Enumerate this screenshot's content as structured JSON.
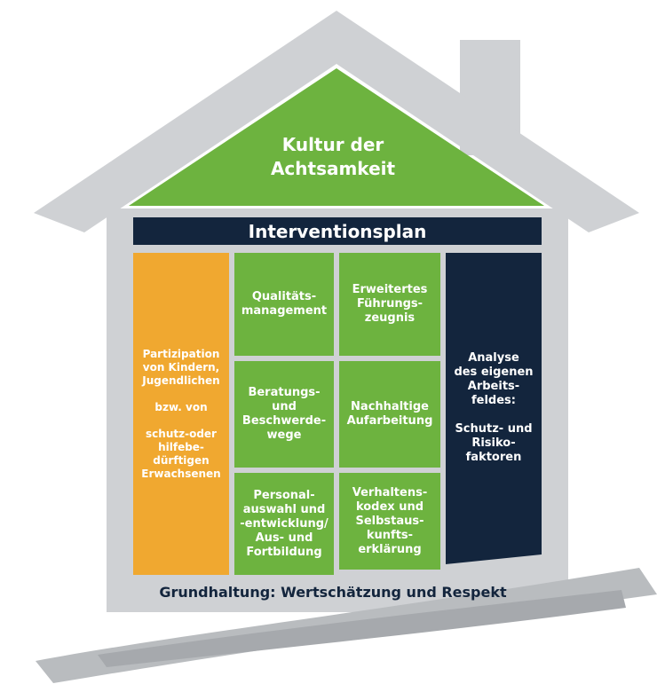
{
  "roof": {
    "title": "Kultur der\nAchtsamkeit"
  },
  "beam": {
    "title": "Interventionsplan"
  },
  "left_pillar": {
    "text": "Partizipation\nvon Kindern,\nJugendlichen\n\nbzw. von\n\nschutz-oder\nhilfebe-\ndürftigen\nErwachsenen"
  },
  "right_pillar": {
    "text": "Analyse\ndes eigenen\nArbeits-\nfeldes:\n\nSchutz- und\nRisiko-\nfaktoren"
  },
  "grid": [
    {
      "label": "Qualitäts-\nmanagement"
    },
    {
      "label": "Erweitertes\nFührungs-\nzeugnis"
    },
    {
      "label": "Beratungs-\nund\nBeschwerde-\nwege"
    },
    {
      "label": "Nachhaltige\nAufarbeitung"
    },
    {
      "label": "Personal-\nauswahl und\n-entwicklung/\nAus- und\nFortbildung"
    },
    {
      "label": "Verhaltens-\nkodex und\nSelbstaus-\nkunfts-\nerklärung"
    }
  ],
  "footer": {
    "text": "Grundhaltung: Wertschätzung und Respekt"
  },
  "colors": {
    "green": "#6db33f",
    "orange": "#f0a830",
    "navy": "#13253d",
    "house_gray": "#cfd1d4",
    "swoosh_gray": "#b9bcbf"
  }
}
